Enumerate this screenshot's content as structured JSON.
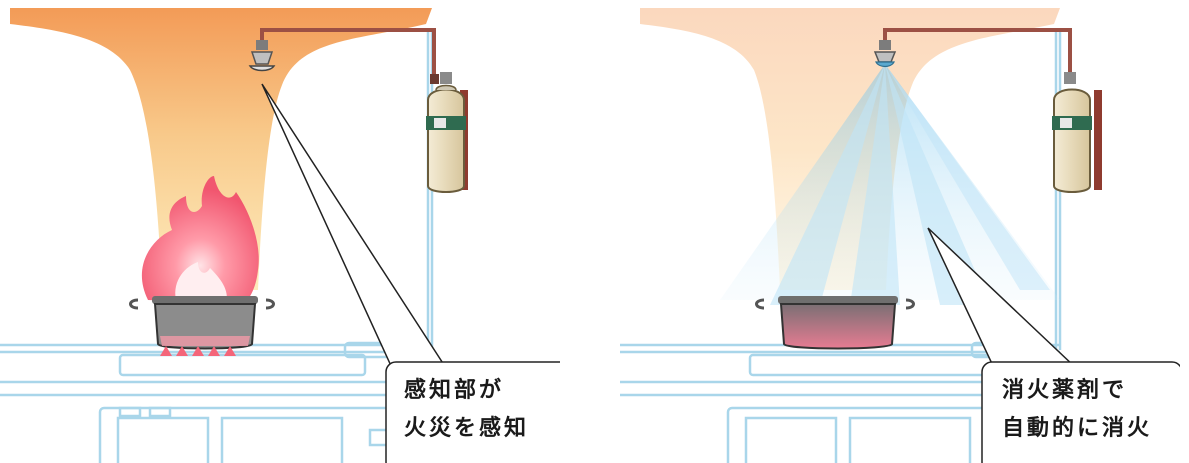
{
  "panels": [
    {
      "id": "before",
      "caption_line1": "感知部が",
      "caption_line2": "火災を感知"
    },
    {
      "id": "after",
      "caption_line1": "消火薬剤で",
      "caption_line2": "自動的に消火"
    }
  ],
  "colors": {
    "smoke_dark": "#f5a05e",
    "smoke_light": "#fde6c0",
    "flame_outer": "#f4667a",
    "flame_inner": "#ffd3d8",
    "spray_blue": "#9fd4f0",
    "pipe": "#a4584a",
    "cylinder": "#eadfc4",
    "cylinder_band": "#3d7e63",
    "counter_line": "#a9d6ea",
    "pot": "#8a8a8a"
  }
}
